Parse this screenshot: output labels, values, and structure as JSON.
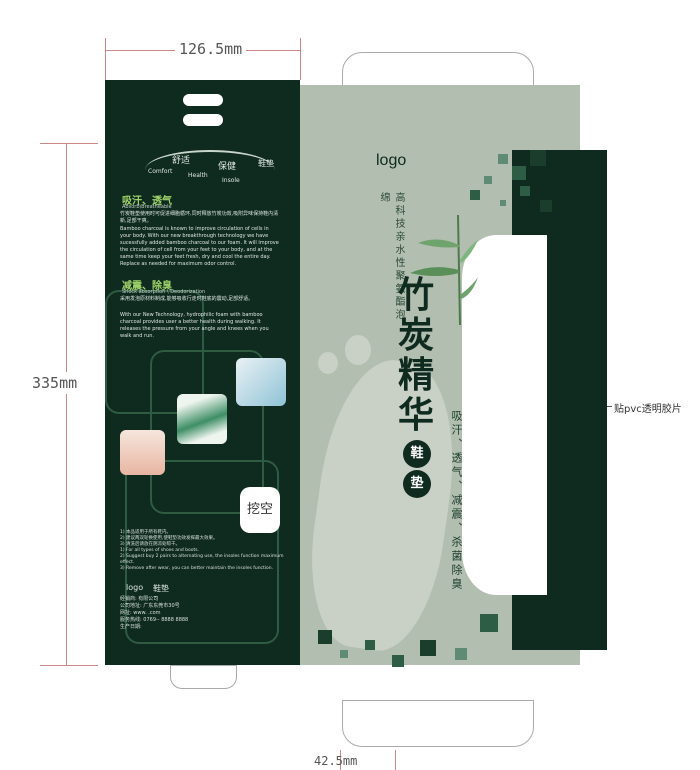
{
  "dimensions": {
    "top_width": "126.5mm",
    "left_height": "335mm",
    "bottom_width": "42.5mm",
    "right_note": "贴pvc透明胶片"
  },
  "back_panel": {
    "brand_row": [
      "舒适",
      "保健",
      "鞋垫"
    ],
    "brand_row_en": [
      "Comfort",
      "Health",
      "Insole"
    ],
    "section1": {
      "title_cn": "吸汗、透气",
      "title_en": "Absorb\\Breatheable",
      "body_cn": "竹炭鞋垫使用时可促进细胞循环,同时释放竹炭功效,吸附异味保持鞋内清新,足部干爽。",
      "body_en": "Bamboo charcoal is known to improve circulation of cells in your body. With our new breakthrough technology we have sucessfully added bamboo charcoal to our foam. It will improve the circulation of cell from your feet to your body, and at the same time keep your feet fresh, dry and cool the entire day. Replace as needed for maximum odor control."
    },
    "section2": {
      "title_cn": "减震、除臭",
      "title_en": "Shock absorption \\ Deodorization",
      "body_cn": "采用发泡原材料制成,能够吸收行走时鞋底的震动,足部舒适。",
      "body_en": "With our New Technology, hydrophilic foam with bamboo charcoal provides user a better health during walking. It releases the pressure from your angle and knees when you walk and run."
    },
    "cutout_label": "挖空",
    "notes": [
      "1) 本品适用于所有鞋内。",
      "2) 建议两双轮换使用,使鞋垫功效发挥最大效果。",
      "3) 清洗后请放在阴凉处晾干。",
      "1) For all types of shoes and boots.",
      "2) Suggest buy 2 pairs to alternating use, the insoles function maximum effect.",
      "3) Remove after wear, you can better maintain the insoles function."
    ],
    "footer": {
      "logo": "logo",
      "product": "鞋垫",
      "lines": [
        "经销商:                         有限公司",
        "公司地址: 广东东莞市30号",
        "网址: www.                         .com",
        "服务热线: 0769-- 8888 8888",
        "生产日期:"
      ]
    }
  },
  "front_panel": {
    "logo": "logo",
    "vertical_tagline": "高科技亲水性聚氨酯泡绵",
    "title_chars": [
      "竹",
      "炭",
      "精",
      "华"
    ],
    "badge_chars": [
      "鞋",
      "垫"
    ],
    "features_vertical": "吸汗、透气、减震、杀菌除臭"
  },
  "colors": {
    "dark_green": "#0f2a1f",
    "sage": "#b2beaf",
    "accent_green": "#9fd36a"
  }
}
